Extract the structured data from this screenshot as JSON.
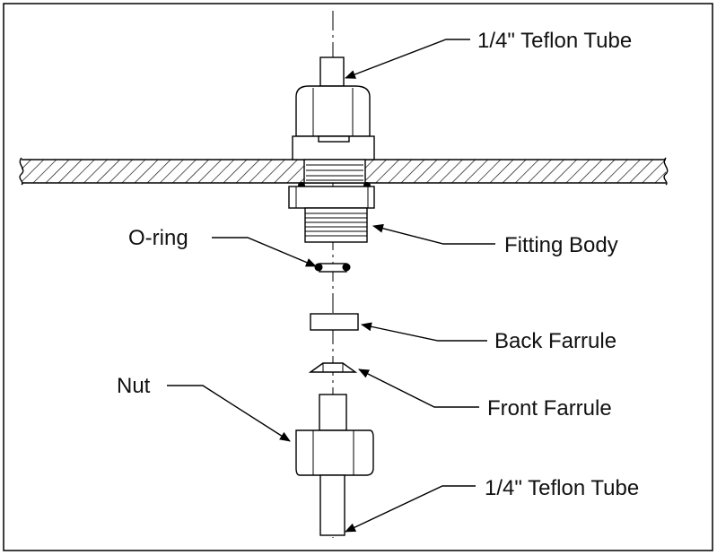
{
  "labels": {
    "teflon_tube_top": "1/4\" Teflon Tube",
    "fitting_body": "Fitting Body",
    "o_ring": "O-ring",
    "back_farrule": "Back Farrule",
    "front_farrule": "Front Farrule",
    "nut": "Nut",
    "teflon_tube_bottom": "1/4\" Teflon Tube"
  },
  "colors": {
    "line": "#000000",
    "background": "#ffffff",
    "text": "#111111"
  }
}
